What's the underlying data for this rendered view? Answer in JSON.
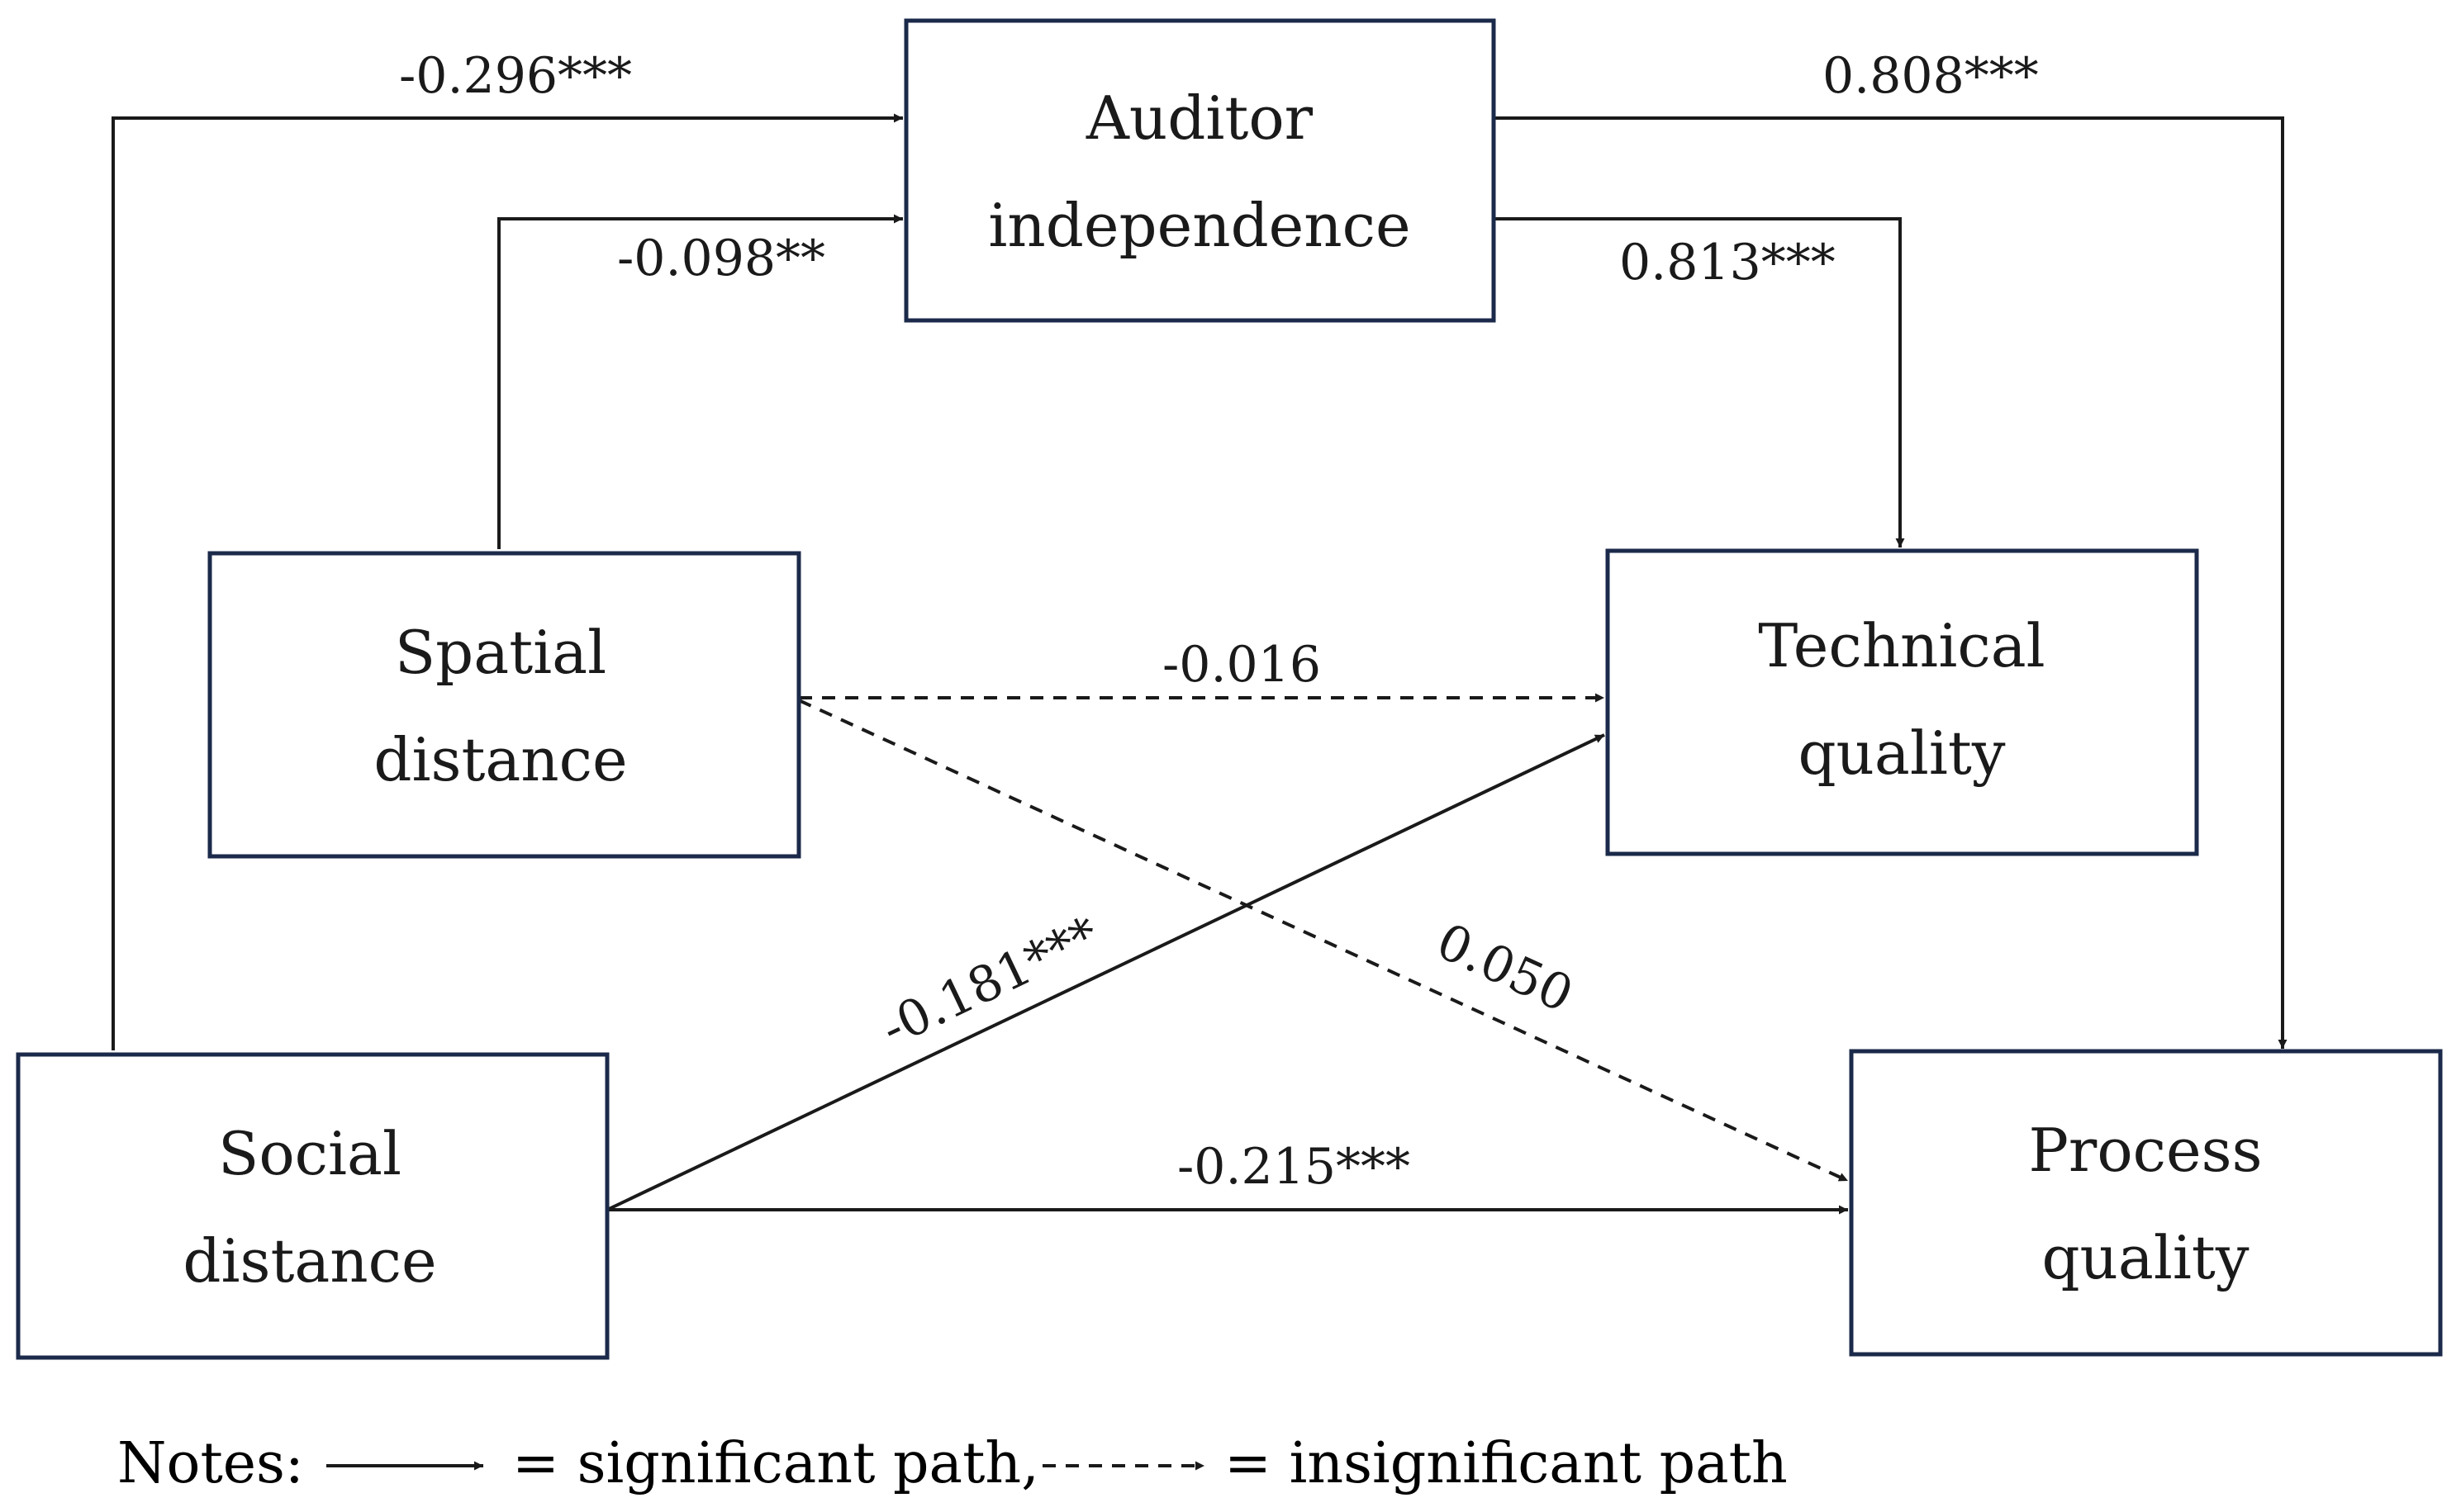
{
  "nodes": {
    "auditor_independence": {
      "line1": "Auditor",
      "line2": "independence"
    },
    "spatial_distance": {
      "line1": "Spatial",
      "line2": "distance"
    },
    "technical_quality": {
      "line1": "Technical",
      "line2": "quality"
    },
    "social_distance": {
      "line1": "Social",
      "line2": "distance"
    },
    "process_quality": {
      "line1": "Process",
      "line2": "quality"
    }
  },
  "edges": {
    "social_to_auditor": {
      "coef": "-0.296***",
      "significant": true
    },
    "spatial_to_auditor": {
      "coef": "-0.098**",
      "significant": true
    },
    "auditor_to_process": {
      "coef": "0.808***",
      "significant": true
    },
    "auditor_to_technical": {
      "coef": "0.813***",
      "significant": true
    },
    "spatial_to_technical": {
      "coef": "-0.016",
      "significant": false
    },
    "spatial_to_process": {
      "coef": "0.050",
      "significant": false
    },
    "social_to_technical": {
      "coef": "-0.181***",
      "significant": true
    },
    "social_to_process": {
      "coef": "-0.215***",
      "significant": true
    }
  },
  "notes": {
    "prefix": "Notes:",
    "significant_label": "= significant path,",
    "insignificant_label": "= insignificant path"
  },
  "colors": {
    "box_border": "#1b2a4a",
    "line": "#1a1a1a",
    "background": "#ffffff"
  }
}
